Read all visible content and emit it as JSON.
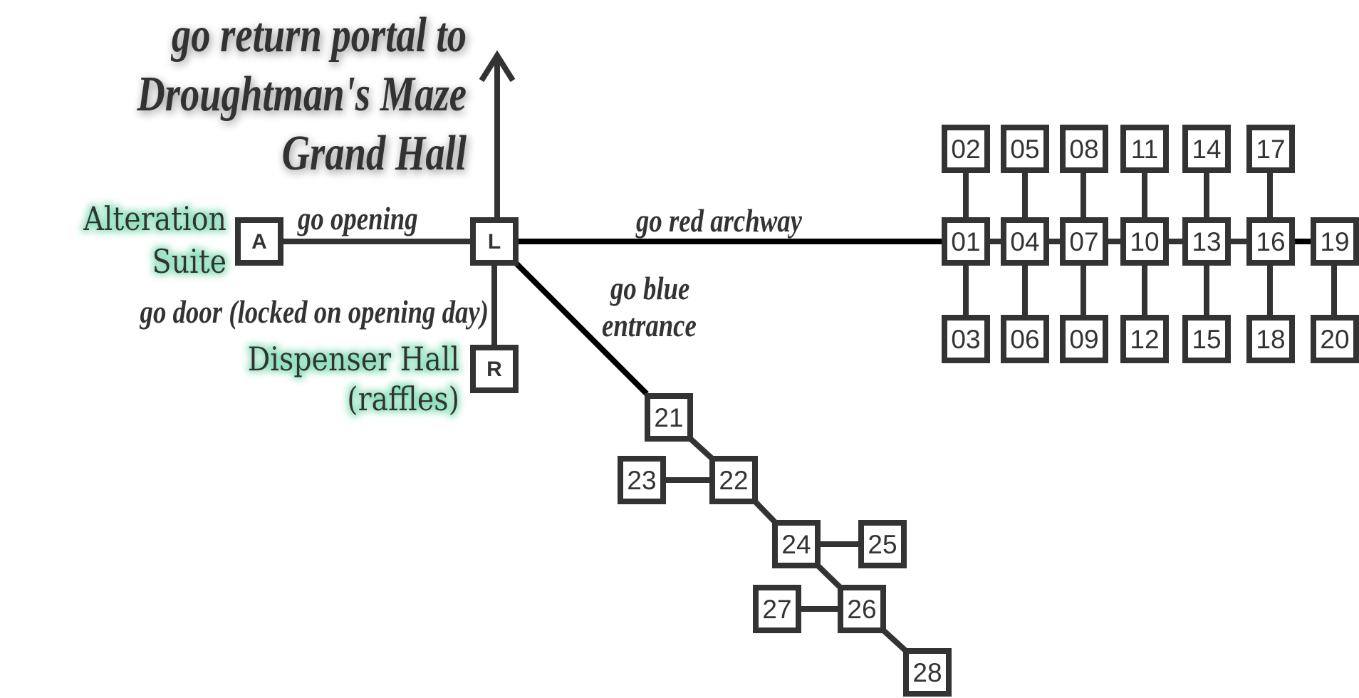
{
  "title": {
    "lines": [
      "go return portal to",
      "Droughtman's Maze",
      "Grand Hall"
    ]
  },
  "colors": {
    "ink": "#333333",
    "black_path": "#000000",
    "place_glow": "#8fe0bd",
    "background": "#ffffff"
  },
  "places": {
    "alteration": [
      "Alteration",
      "Suite"
    ],
    "dispenser": [
      "Dispenser Hall",
      "(raffles)"
    ]
  },
  "edge_labels": {
    "opening": "go opening",
    "door": "go door (locked on opening day)",
    "red_archway": "go red archway",
    "blue_entrance": [
      "go blue",
      "entrance"
    ]
  },
  "rooms": {
    "A": "A",
    "L": "L",
    "R": "R",
    "r01": "01",
    "r02": "02",
    "r03": "03",
    "r04": "04",
    "r05": "05",
    "r06": "06",
    "r07": "07",
    "r08": "08",
    "r09": "09",
    "r10": "10",
    "r11": "11",
    "r12": "12",
    "r13": "13",
    "r14": "14",
    "r15": "15",
    "r16": "16",
    "r17": "17",
    "r18": "18",
    "r19": "19",
    "r20": "20",
    "r21": "21",
    "r22": "22",
    "r23": "23",
    "r24": "24",
    "r25": "25",
    "r26": "26",
    "r27": "27",
    "r28": "28"
  }
}
